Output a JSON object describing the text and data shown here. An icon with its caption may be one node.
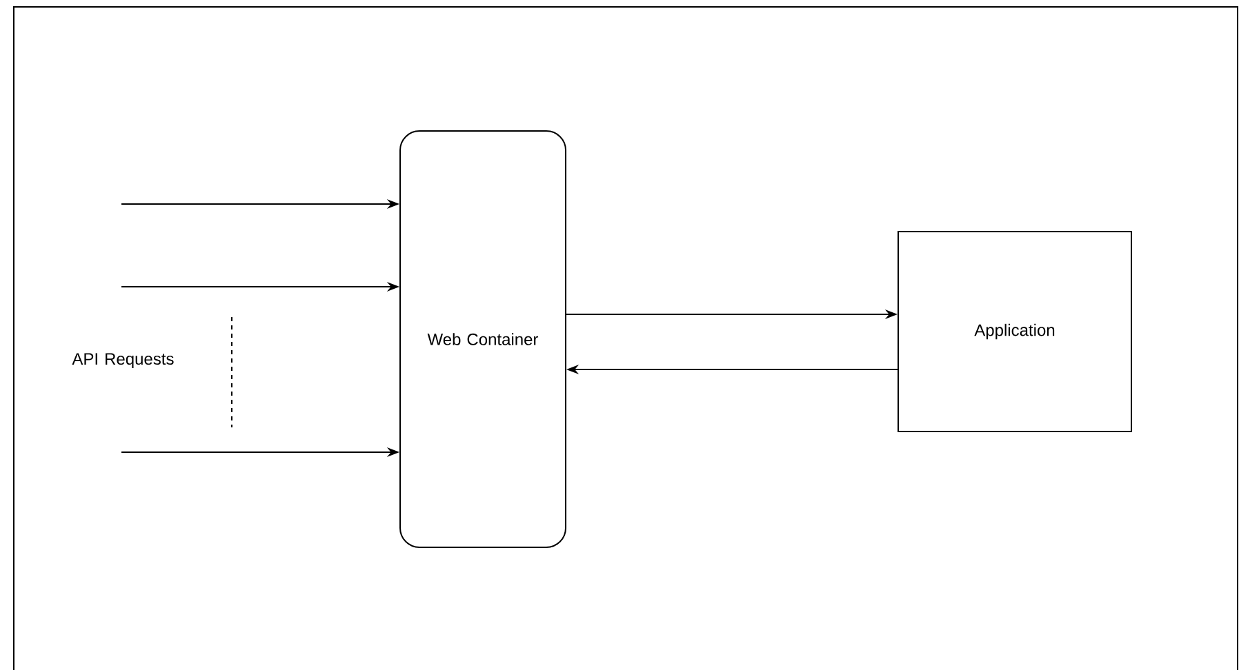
{
  "diagram": {
    "nodes": [
      {
        "text": [
          "Web Container"
        ]
      },
      {
        "text": [
          "Application"
        ]
      }
    ],
    "edges": [
      {
        "from": null,
        "to": 0,
        "arrow": "to"
      },
      {
        "from": null,
        "to": 0,
        "arrow": "to"
      },
      {
        "from": null,
        "to": 0,
        "arrow": "to"
      },
      {
        "from": 0,
        "to": 1,
        "arrow": "to"
      },
      {
        "from": 1,
        "to": 0,
        "arrow": "to"
      }
    ],
    "labels": [
      "API Requests"
    ]
  }
}
